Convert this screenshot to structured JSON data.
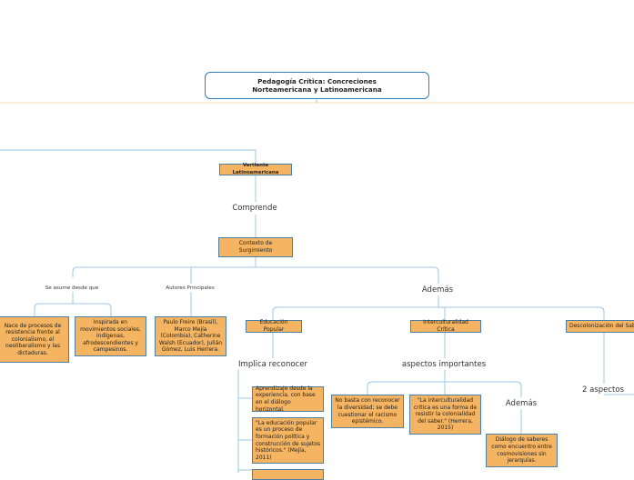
{
  "root": {
    "line1": "Pedagogía Crítica: Concreciones",
    "line2": "Norteamericana y Latinoamericana"
  },
  "nodes": {
    "vertiente": "Vertiente Latinoamericana",
    "comprende": "Comprende",
    "contexto": "Contexto de Surgimiento",
    "se_asume": "Se asume desde que",
    "autores_label": "Autores Principales",
    "ademas_1": "Además",
    "nace": "Nace de procesos de resistencia frente al colonialismo, el neoliberalismo y las dictaduras.",
    "inspirada": "Inspirada en movimientos sociales, indígenas, afrodescendientes y campesinos.",
    "autores": "Paulo Freire (Brasil), Marco Mejía (Colombia), Catherine Walsh (Ecuador), Julián Gómez, Luis Herrera.",
    "educacion_popular": "Educación Popular",
    "interculturalidad": "Interculturalidad Crítica",
    "descolonizacion": "Descolonización del Saber",
    "implica": "Implica reconocer",
    "aspectos": "aspectos importantes",
    "dos_aspectos": "2 aspectos",
    "aprendizaje": "Aprendizaje desde la experiencia, con base en el diálogo horizontal.",
    "educacion_quote": "\"La educación popular es un proceso de formación política y construcción de sujetos históricos.\" (Mejía, 2011)",
    "no_basta": "No basta con reconocer la diversidad; se debe cuestionar el racismo epistémico.",
    "intercult_quote": "\"La interculturalidad crítica es una forma de resistir la colonialidad del saber.\" (Herrera, 2015)",
    "ademas_2": "Además",
    "dialogo": "Diálogo de saberes como encuentro entre cosmovisiones sin jerarquías."
  },
  "colors": {
    "node_fill": "#f5b461",
    "node_border": "#4a7fa8",
    "link": "#9cc8e6",
    "root_border": "#2f7fc1",
    "root_hline": "#f3dfa8"
  }
}
